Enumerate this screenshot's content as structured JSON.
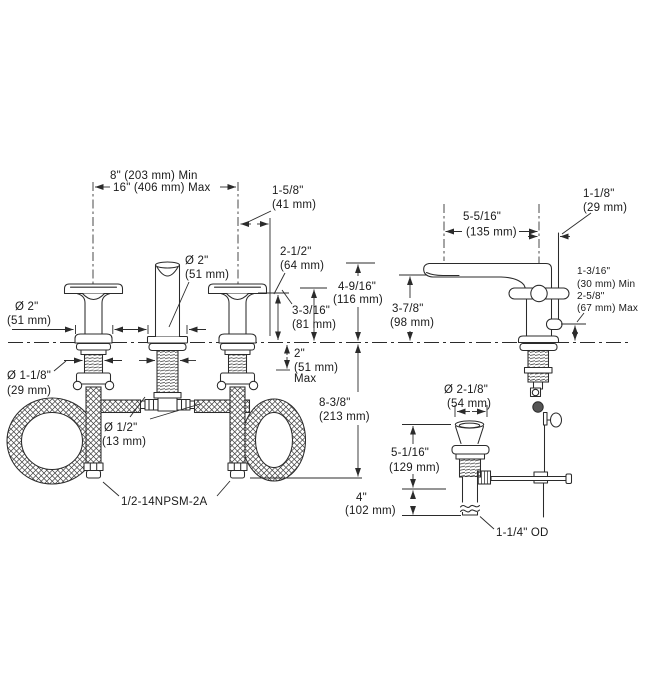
{
  "colors": {
    "background": "#ffffff",
    "ink": "#2b2b2b",
    "text": "#1a1a1a"
  },
  "front_view": {
    "spread_min": "8\" (203 mm) Min",
    "spread_max": "16\" (406 mm) Max",
    "handle_edge_offset": [
      "1-5/8\"",
      "(41 mm)"
    ],
    "spout_diameter": [
      "Ø 2\"",
      "(51 mm)"
    ],
    "handle_base_diameter": [
      "Ø 2\"",
      "(51 mm)"
    ],
    "handle_height": [
      "2-1/2\"",
      "(64 mm)"
    ],
    "spout_base_height": [
      "3-3/16\"",
      "(81 mm)"
    ],
    "overall_height": [
      "4-9/16\"",
      "(116 mm)"
    ],
    "max_deck_thickness": [
      "2\"",
      "(51 mm)",
      "Max"
    ],
    "shank_diameter": [
      "Ø 1-1/8\"",
      "(29 mm)"
    ],
    "hose_diameter": [
      "Ø 1/2\"",
      "(13 mm)"
    ],
    "below_deck_length": [
      "8-3/8\"",
      "(213 mm)"
    ],
    "supply_thread": "1/2-14NPSM-2A"
  },
  "side_view": {
    "spout_reach": [
      "5-5/16\"",
      "(135 mm)"
    ],
    "rear_clearance": [
      "1-1/8\"",
      "(29 mm)"
    ],
    "spout_height": [
      "3-7/8\"",
      "(98 mm)"
    ],
    "deck_thickness_range": [
      "1-3/16\"",
      "(30 mm) Min",
      "2-5/8\"",
      "(67 mm) Max"
    ],
    "drain_flange_diameter": [
      "Ø 2-1/8\"",
      "(54 mm)"
    ],
    "drain_height": [
      "5-1/16\"",
      "(129 mm)"
    ],
    "tailpiece_length": [
      "4\"",
      "(102 mm)"
    ],
    "tailpiece_od": "1-1/4\" OD"
  }
}
